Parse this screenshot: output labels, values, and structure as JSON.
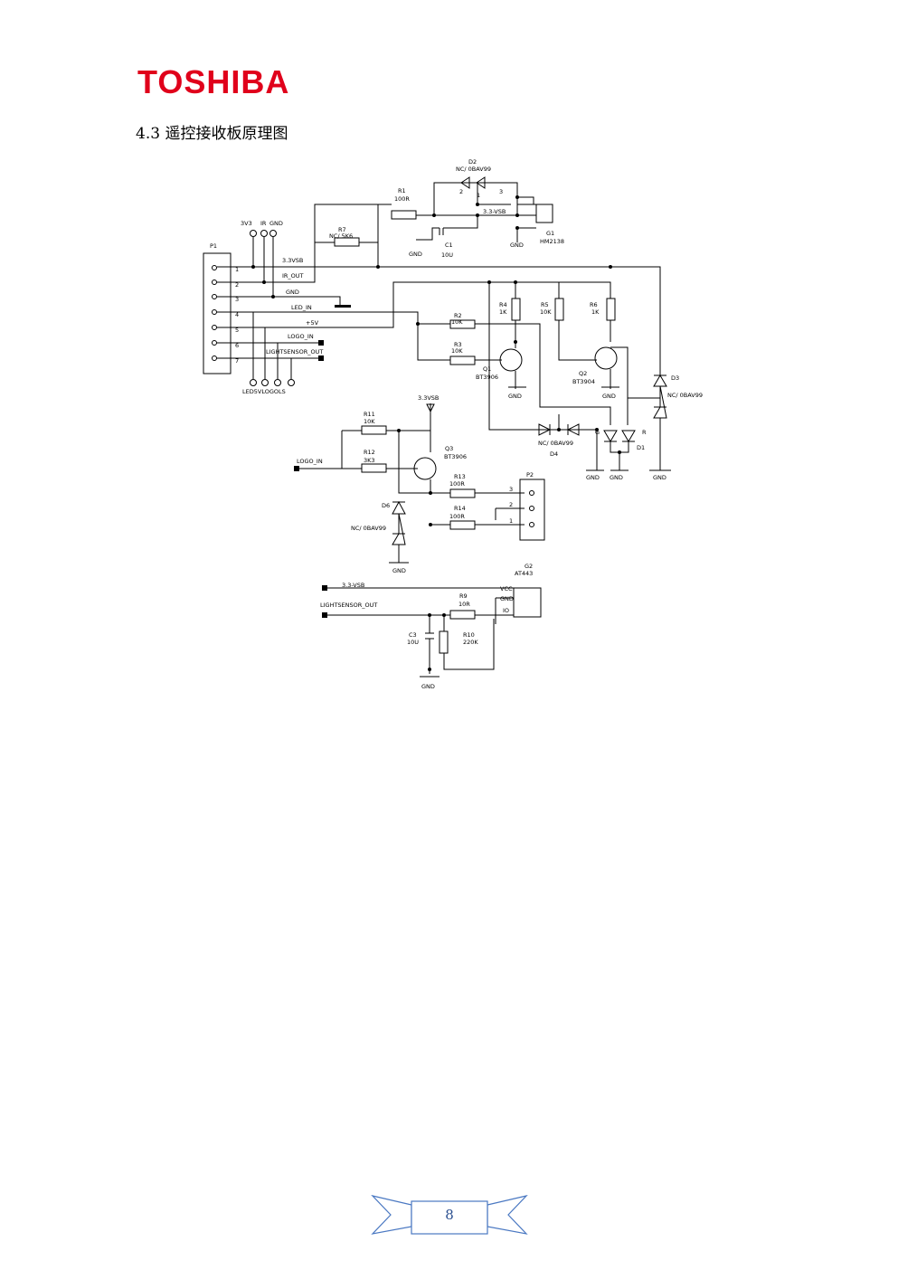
{
  "brand": {
    "logo_text": "TOSHIBA",
    "color": "#e0001b"
  },
  "section": {
    "heading": "4.3 遥控接收板原理图"
  },
  "schematic": {
    "P1": "P1",
    "hdr_3v3": "3V3",
    "hdr_ir": "IR",
    "hdr_gnd": "GND",
    "pins": [
      "1",
      "2",
      "3",
      "4",
      "5",
      "6",
      "7"
    ],
    "net_33vsb": "3.3VSB",
    "net_ir_out": "IR_OUT",
    "net_gnd": "GND",
    "net_led_in": "LED_IN",
    "net_p5v": "+5V",
    "net_logo_in": "LOGO_IN",
    "net_lightsensor": "LIGHTSENSOR_OUT",
    "bottom_hdr": "LED5VLOGOLS",
    "D2": "D2",
    "D2_part": "NC/ 0BAV99",
    "pin2": "2",
    "pin1": "1",
    "pin3": "3",
    "R1": "R1",
    "R1_val": "100R",
    "net_33vsb_b": "3.3-VSB",
    "R7": "R7",
    "R7_val": "NC/ 5K6",
    "C1": "C1",
    "C1_val": "10U",
    "gnd_c1": "GND",
    "G1": "G1",
    "G1_part": "HM2138",
    "gnd_g1": "GND",
    "R4": "R4",
    "R4_val": "1K",
    "R5": "R5",
    "R5_val": "10K",
    "R6": "R6",
    "R6_val": "1K",
    "R2": "R2",
    "R2_val": "10K",
    "R3": "R3",
    "R3_val": "10K",
    "Q1": "Q1",
    "Q1_part": "BT3906",
    "gnd_q1": "GND",
    "Q2": "Q2",
    "Q2_part": "BT3904",
    "gnd_q2": "GND",
    "D3": "D3",
    "D3_part": "NC/ 0BAV99",
    "gnd_d3": "GND",
    "D4": "D4",
    "D4_part": "NC/ 0BAV99",
    "D1": "D1",
    "gnd_d4": "GND",
    "gnd_d1": "GND",
    "led_g": "G",
    "led_r": "R",
    "net_33vsb_c": "3.3VSB",
    "R11": "R11",
    "R11_val": "10K",
    "logo_in2": "LOGO_IN",
    "R12": "R12",
    "R12_val": "3K3",
    "Q3": "Q3",
    "Q3_part": "BT3906",
    "R13": "R13",
    "R13_val": "100R",
    "R14": "R14",
    "R14_val": "100R",
    "P2": "P2",
    "P2_pins": [
      "3",
      "2",
      "1"
    ],
    "D6": "D6",
    "D6_part": "NC/ 0BAV99",
    "gnd_d6": "GND",
    "G2": "G2",
    "G2_part": "AT443",
    "net_33vsb_d": "3.3-VSB",
    "net_lightsensor2": "LIGHTSENSOR_OUT",
    "vcc": "VCC",
    "gnd_g2": "GND",
    "io": "IO",
    "R9": "R9",
    "R9_val": "10R",
    "R10": "R10",
    "R10_val": "220K",
    "C3": "C3",
    "C3_val": "10U",
    "gnd_bottom": "GND"
  },
  "footer": {
    "page_number": "8",
    "accent": "#2a4f8f"
  }
}
